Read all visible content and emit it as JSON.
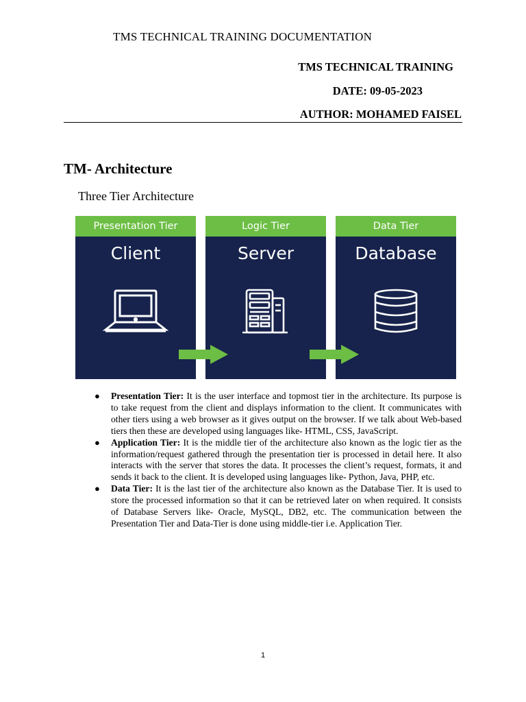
{
  "header": {
    "doc_title": "TMS TECHNICAL TRAINING DOCUMENTATION",
    "training": "TMS TECHNICAL TRAINING",
    "date": "DATE: 09-05-2023",
    "author": "AUTHOR: MOHAMED FAISEL"
  },
  "section": {
    "heading_prefix": "TM",
    "heading_rest": "- Architecture",
    "subheading": "Three Tier Architecture"
  },
  "diagram": {
    "colors": {
      "header": "#6dbe45",
      "panel": "#17234c",
      "arrow": "#6dbe45"
    },
    "tiers": [
      {
        "label": "Presentation Tier",
        "name": "Client",
        "icon": "laptop-icon"
      },
      {
        "label": "Logic Tier",
        "name": "Server",
        "icon": "server-icon"
      },
      {
        "label": "Data Tier",
        "name": "Database",
        "icon": "database-icon"
      }
    ]
  },
  "bullets": [
    {
      "term": "Presentation Tier:",
      "text": " It is the user interface and topmost tier in the architecture. Its purpose is to take request from the client and displays information to the client. It communicates with other tiers using a web browser as it gives output on the browser. If we talk about Web-based tiers then these are developed using languages like- HTML, CSS, JavaScript."
    },
    {
      "term": "Application Tier:",
      "text": " It is the middle tier of the architecture also known as the logic tier as the information/request gathered through the presentation tier is processed in detail here. It also interacts with the server that stores the data. It processes the client’s request, formats, it and sends it back to the client. It is developed using languages like- Python, Java, PHP, etc."
    },
    {
      "term": "Data Tier:",
      "text": " It is the last tier of the architecture also known as the Database Tier. It is used to store the processed information so that it can be retrieved later on when required. It consists of Database Servers like- Oracle, MySQL, DB2, etc. The communication between the Presentation Tier and Data-Tier is done using middle-tier i.e. Application Tier."
    }
  ],
  "footer": {
    "page_number": "1"
  }
}
